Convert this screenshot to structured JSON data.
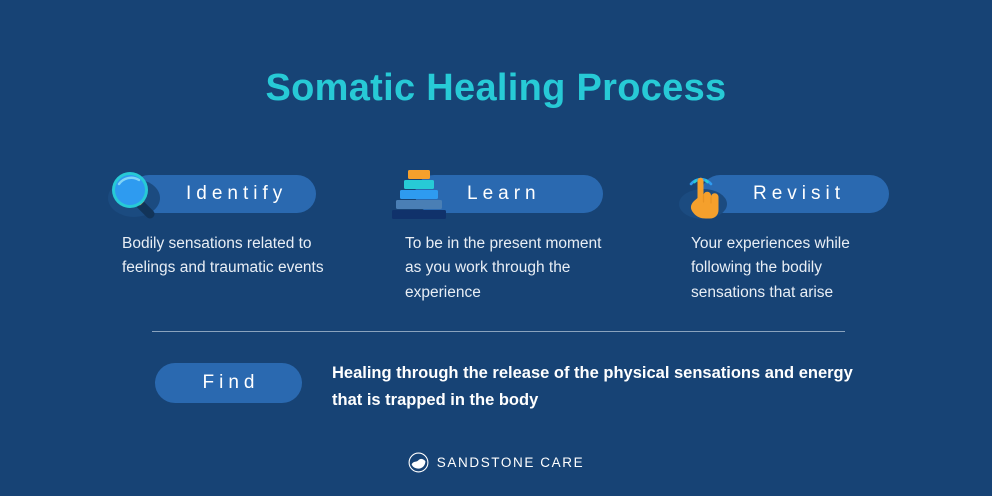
{
  "page": {
    "title": "Somatic Healing Process",
    "background_color": "#174375",
    "title_color": "#27CAD6",
    "pill_color": "#2A69B0",
    "accent_orange": "#F5A02C",
    "accent_cyan": "#27CAD6",
    "text_color": "#FFFFFF"
  },
  "steps": [
    {
      "label": "Identify",
      "icon": "magnifying-glass-icon",
      "description": "Bodily sensations related to feelings and traumatic events"
    },
    {
      "label": "Learn",
      "icon": "stacked-layers-icon",
      "description": "To be in the present moment as you work through the experience"
    },
    {
      "label": "Revisit",
      "icon": "tap-hand-icon",
      "description": "Your experiences while following the bodily sensations that arise"
    }
  ],
  "summary": {
    "label": "Find",
    "text": "Healing through the release of the physical sensations and energy that is trapped in the body"
  },
  "footer": {
    "brand": "SANDSTONE CARE",
    "logo_icon": "sandstone-care-circle-logo"
  }
}
